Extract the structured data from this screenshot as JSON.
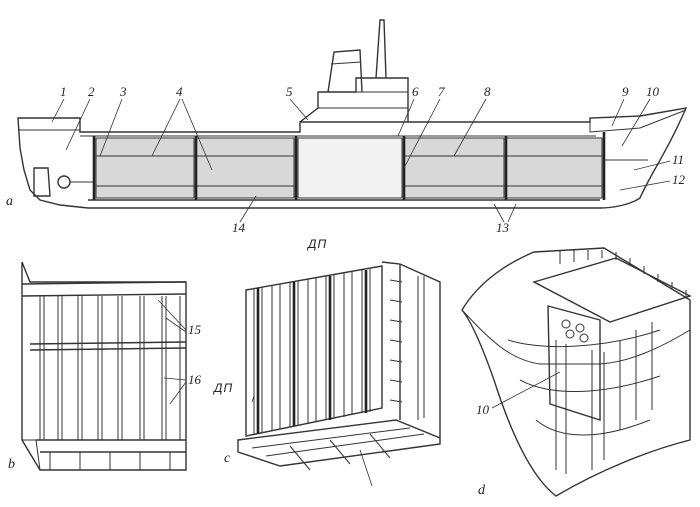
{
  "labels": {
    "n1": "1",
    "n2": "2",
    "n3": "3",
    "n4": "4",
    "n5": "5",
    "n6": "6",
    "n7": "7",
    "n8": "8",
    "n9": "9",
    "n10": "10",
    "n11": "11",
    "n12": "12",
    "n13": "13",
    "n14": "14",
    "n15": "15",
    "n16": "16",
    "n10d": "10"
  },
  "panels": {
    "a": "a",
    "b": "b",
    "c": "c",
    "d": "d"
  },
  "dp_top": "ДП",
  "dp_c": "ДП"
}
